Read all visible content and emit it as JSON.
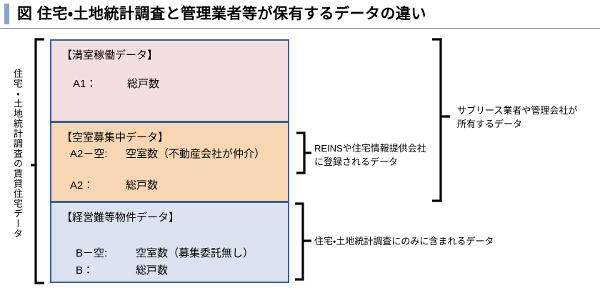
{
  "title": {
    "prefix": "図",
    "text": "図  住宅・土地統計調査と管理業者等が保有するデータの違い",
    "accent_color": "#8aa4c8"
  },
  "left_label": {
    "text": "住宅・土地統計調査の賃貸住宅データ"
  },
  "boxes": [
    {
      "id": "full-occupancy",
      "heading": "【満室稼働データ】",
      "fill_color": "#f5dee0",
      "border_color": "#3f5f8f",
      "rows": [
        {
          "key": "A1：",
          "value": "総戸数"
        }
      ]
    },
    {
      "id": "vacancy-recruiting",
      "heading": "【空室募集中データ】",
      "fill_color": "#fad7b4",
      "border_color": "#3f5f8f",
      "rows": [
        {
          "key": "A2－空:",
          "value": "空室数（不動産会社が仲介）"
        },
        {
          "key": "A2：",
          "value": "総戸数"
        }
      ]
    },
    {
      "id": "distressed-property",
      "heading": "【経営難等物件データ】",
      "fill_color": "#dae3ef",
      "border_color": "#3f5f8f",
      "rows": [
        {
          "key": "B－空:",
          "value": "空室数（募集委託無し）"
        },
        {
          "key": "B：",
          "value": "総戸数"
        }
      ]
    }
  ],
  "annotations": {
    "sublease": "サブリース業者や管理会社が\n所有するデータ",
    "reins": "REINSや住宅情報提供会社\nに登録されるデータ",
    "survey_only": "住宅・土地統計調査にのみに含まれるデータ"
  }
}
